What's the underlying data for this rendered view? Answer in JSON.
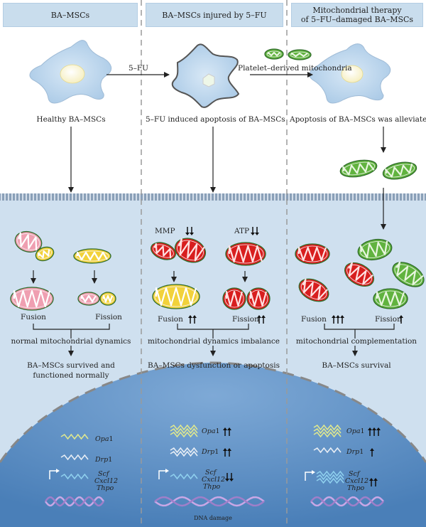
{
  "headers": {
    "col1": "BA–MSCs",
    "col2": "BA–MSCs injured by 5–FU",
    "col3_line1": "Mitochondrial therapy",
    "col3_line2": "of 5–FU–damaged BA–MSCs"
  },
  "top": {
    "drug_label": "5–FU",
    "platelet_mito_label": "Platelet–derived mitochondria",
    "healthy_label": "Healthy BA–MSCs",
    "induced_label": "5–FU induced apoptosis of BA–MSCs",
    "alleviated_label": "Apoptosis of BA–MSCs was alleviated"
  },
  "col1": {
    "fusion": "Fusion",
    "fission": "Fission",
    "dynamics": "normal mitochondrial dynamics",
    "outcome_line1": "BA–MSCs survived and",
    "outcome_line2": "functioned normally"
  },
  "col2": {
    "mmp": "MMP",
    "atp": "ATP",
    "fusion": "Fusion",
    "fission": "Fission",
    "dynamics": "mitochondrial dynamics imbalance",
    "outcome": "BA–MSCs dysfunction or apoptosis"
  },
  "col3": {
    "fusion": "Fusion",
    "fission": "Fission",
    "dynamics": "mitochondrial complementation",
    "outcome": "BA–MSCs survival"
  },
  "genes": {
    "opa_italic": "Opa",
    "opa_num": "1",
    "drp_italic": "Drp",
    "drp_num": "1",
    "scf": "Scf",
    "cxcl12": "Cxcl12",
    "thpo": "Thpo"
  },
  "nucleus": {
    "dna_damage": "DNA damage"
  },
  "colors": {
    "header_fill": "#c9dded",
    "cytoplasm": "#cfe0ef",
    "nucleus": "#5d8fc4",
    "cell": "#b7d4ec",
    "healthy_mito": "#ef9fb1",
    "yellow_mito": "#f2d23b",
    "damaged_mito": "#d81e1e",
    "green_mito": "#61b33f"
  }
}
